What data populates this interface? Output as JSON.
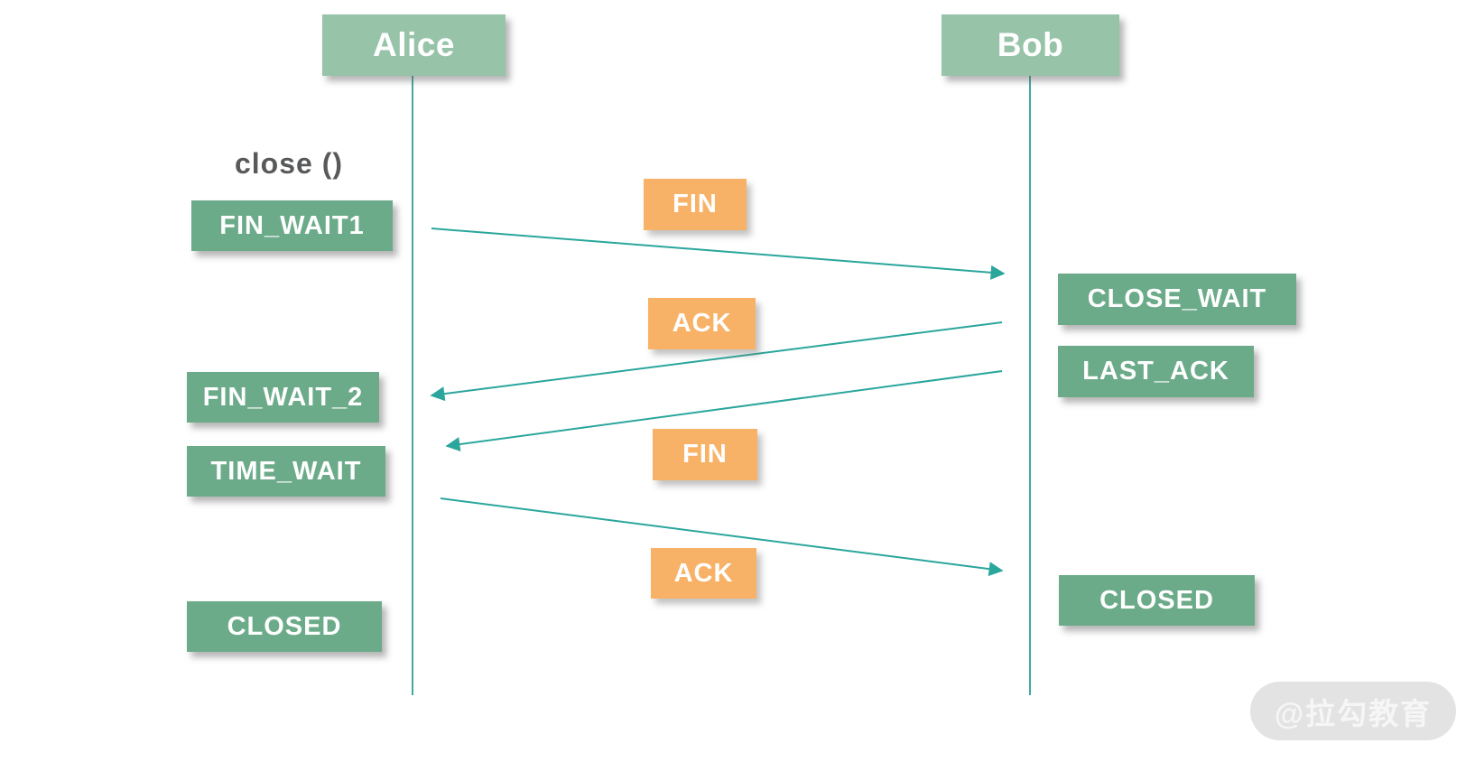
{
  "diagram_type": "tcp-connection-close-sequence",
  "colors": {
    "actor_green": "#97c3a9",
    "state_green": "#6cab8a",
    "message_orange": "#f8b267",
    "arrow_teal": "#2aa69c",
    "lifeline_teal": "#43a9a0",
    "caption_gray": "#58595b",
    "watermark_bg": "#e3e3e3",
    "watermark_text": "#f6f6f6"
  },
  "actors": [
    {
      "label": "Alice"
    },
    {
      "label": "Bob"
    }
  ],
  "alice": {
    "caption": "close ()",
    "states": [
      "FIN_WAIT1",
      "FIN_WAIT_2",
      "TIME_WAIT",
      "CLOSED"
    ]
  },
  "bob": {
    "states": [
      "CLOSE_WAIT",
      "LAST_ACK",
      "CLOSED"
    ]
  },
  "messages": [
    {
      "label": "FIN",
      "from": "Alice",
      "to": "Bob"
    },
    {
      "label": "ACK",
      "from": "Bob",
      "to": "Alice"
    },
    {
      "label": "FIN",
      "from": "Bob",
      "to": "Alice"
    },
    {
      "label": "ACK",
      "from": "Alice",
      "to": "Bob"
    }
  ],
  "watermark": "@拉勾教育"
}
